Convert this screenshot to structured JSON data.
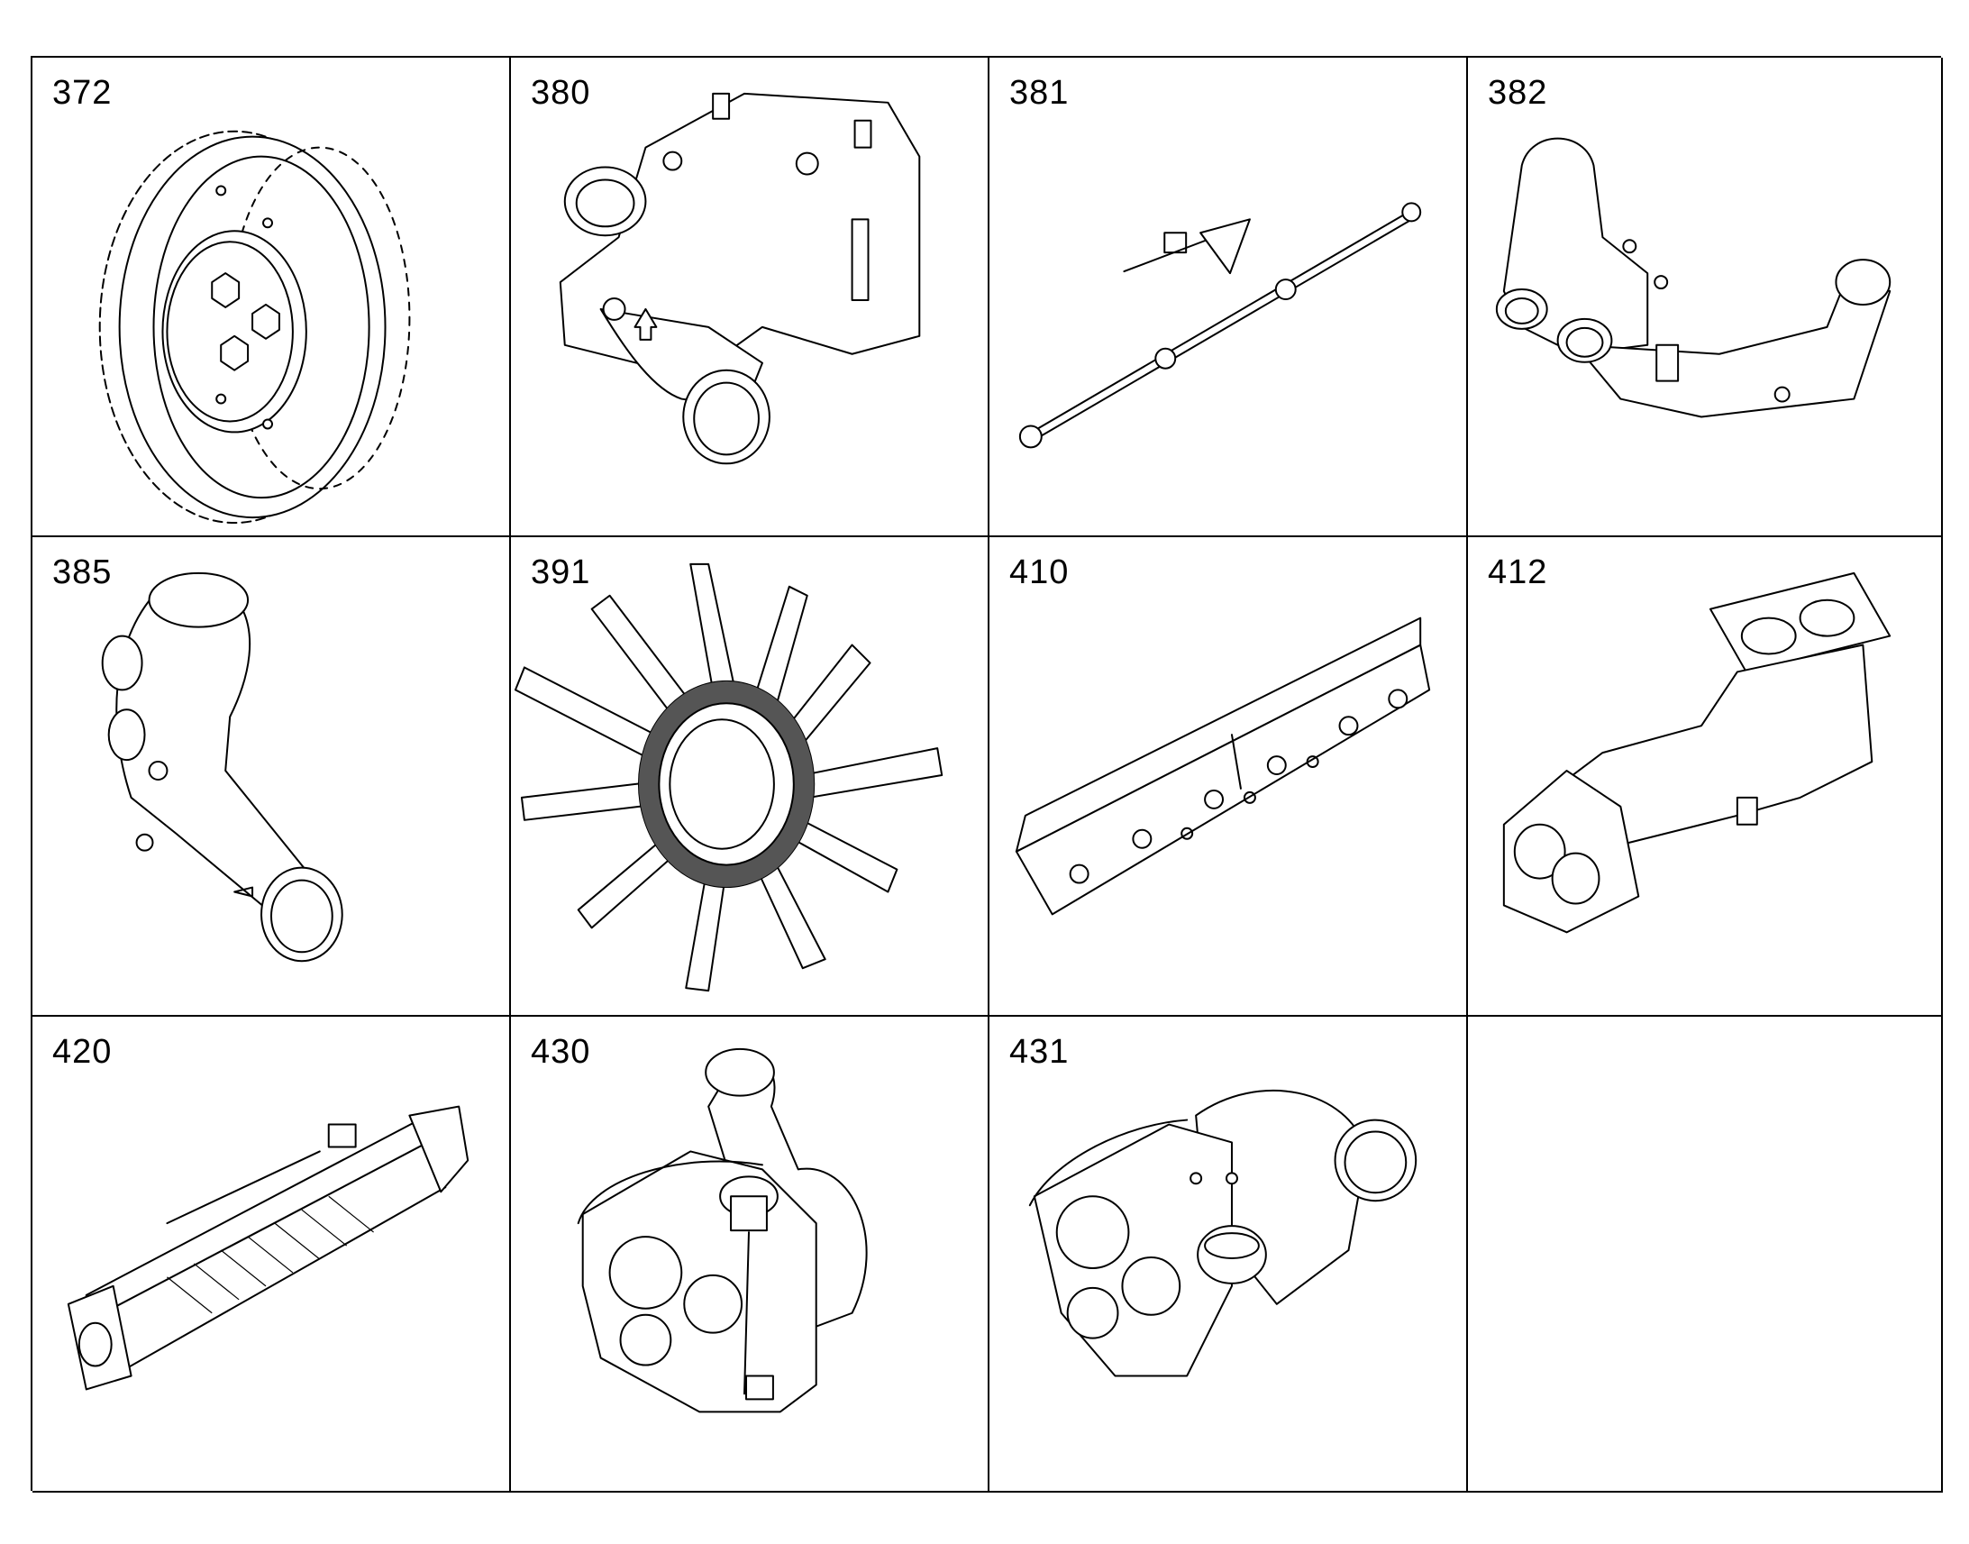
{
  "parts": [
    {
      "number": "372",
      "icon": "gear-icon"
    },
    {
      "number": "380",
      "icon": "pump-housing-icon"
    },
    {
      "number": "381",
      "icon": "oil-pipe-icon"
    },
    {
      "number": "382",
      "icon": "coolant-manifold-icon"
    },
    {
      "number": "385",
      "icon": "elbow-pipe-icon"
    },
    {
      "number": "391",
      "icon": "fan-icon"
    },
    {
      "number": "410",
      "icon": "rail-bracket-icon"
    },
    {
      "number": "412",
      "icon": "exhaust-manifold-icon"
    },
    {
      "number": "420",
      "icon": "egr-cooler-icon"
    },
    {
      "number": "430",
      "icon": "turbocharger-icon"
    },
    {
      "number": "431",
      "icon": "turbocharger-icon"
    },
    {
      "number": "",
      "icon": ""
    }
  ]
}
